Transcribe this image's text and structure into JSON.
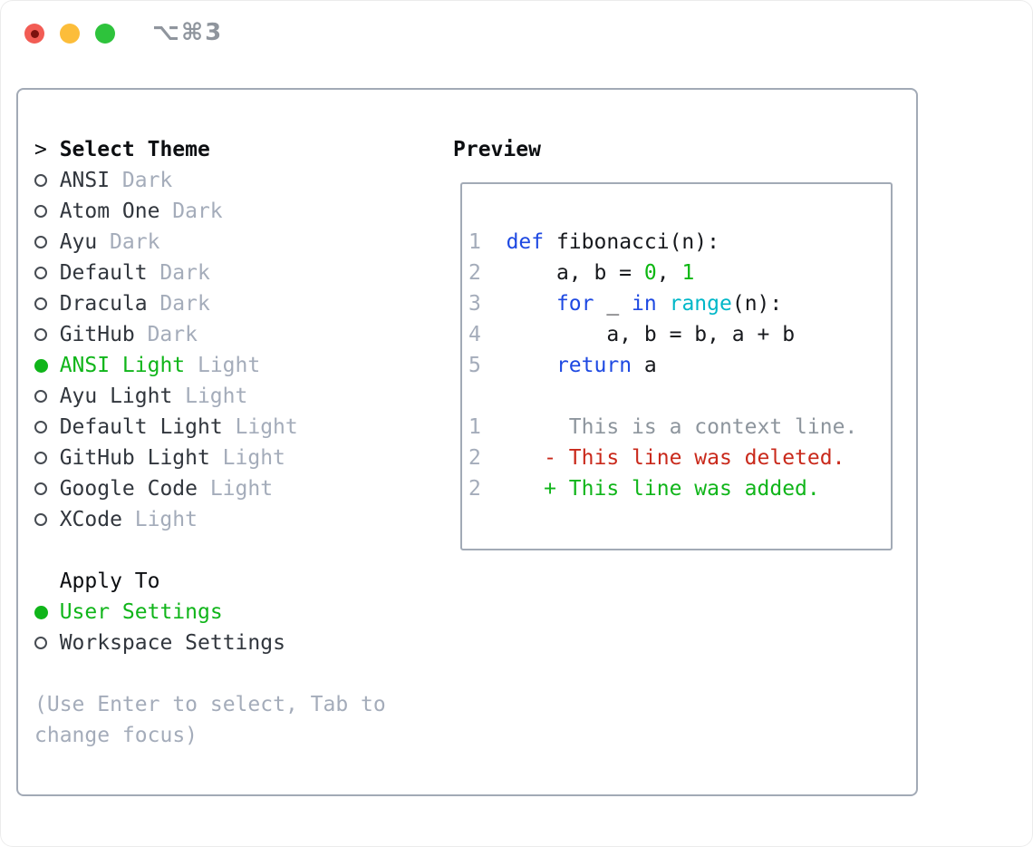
{
  "window": {
    "title": "⌥⌘3",
    "traffic_lights": [
      "close",
      "minimize",
      "zoom"
    ]
  },
  "theme_panel": {
    "prompt": ">",
    "header": "Select Theme",
    "items": [
      {
        "name": "ANSI",
        "tag": "Dark",
        "selected": false
      },
      {
        "name": "Atom One",
        "tag": "Dark",
        "selected": false
      },
      {
        "name": "Ayu",
        "tag": "Dark",
        "selected": false
      },
      {
        "name": "Default",
        "tag": "Dark",
        "selected": false
      },
      {
        "name": "Dracula",
        "tag": "Dark",
        "selected": false
      },
      {
        "name": "GitHub",
        "tag": "Dark",
        "selected": false
      },
      {
        "name": "ANSI Light",
        "tag": "Light",
        "selected": true
      },
      {
        "name": "Ayu Light",
        "tag": "Light",
        "selected": false
      },
      {
        "name": "Default Light",
        "tag": "Light",
        "selected": false
      },
      {
        "name": "GitHub Light",
        "tag": "Light",
        "selected": false
      },
      {
        "name": "Google Code",
        "tag": "Light",
        "selected": false
      },
      {
        "name": "XCode",
        "tag": "Light",
        "selected": false
      }
    ],
    "apply_to_label": "Apply To",
    "apply_options": [
      {
        "name": "User Settings",
        "selected": true
      },
      {
        "name": "Workspace Settings",
        "selected": false
      }
    ],
    "footer_lines": [
      "(Use Enter to select, Tab to",
      "change focus)"
    ]
  },
  "preview": {
    "label": "Preview",
    "lines": [
      {
        "segments": [
          {
            "t": "1",
            "c": "ln"
          },
          {
            "t": "  ",
            "c": "fg"
          },
          {
            "t": "def",
            "c": "kw"
          },
          {
            "t": " fibonacci(n):",
            "c": "fg"
          }
        ]
      },
      {
        "segments": [
          {
            "t": "2",
            "c": "ln"
          },
          {
            "t": "      a, b = ",
            "c": "fg"
          },
          {
            "t": "0",
            "c": "num"
          },
          {
            "t": ", ",
            "c": "fg"
          },
          {
            "t": "1",
            "c": "num"
          }
        ]
      },
      {
        "segments": [
          {
            "t": "3",
            "c": "ln"
          },
          {
            "t": "      ",
            "c": "fg"
          },
          {
            "t": "for",
            "c": "kw"
          },
          {
            "t": " _ ",
            "c": "fg"
          },
          {
            "t": "in",
            "c": "kw"
          },
          {
            "t": " ",
            "c": "fg"
          },
          {
            "t": "range",
            "c": "fn"
          },
          {
            "t": "(n):",
            "c": "fg"
          }
        ]
      },
      {
        "segments": [
          {
            "t": "4",
            "c": "ln"
          },
          {
            "t": "          a, b = b, a + b",
            "c": "fg"
          }
        ]
      },
      {
        "segments": [
          {
            "t": "5",
            "c": "ln"
          },
          {
            "t": "      ",
            "c": "fg"
          },
          {
            "t": "return",
            "c": "kw"
          },
          {
            "t": " a",
            "c": "fg"
          }
        ]
      },
      {
        "segments": []
      },
      {
        "segments": [
          {
            "t": "1",
            "c": "ln"
          },
          {
            "t": "       This is a context line.",
            "c": "ctx"
          }
        ]
      },
      {
        "segments": [
          {
            "t": "2",
            "c": "ln"
          },
          {
            "t": "     - This line was deleted.",
            "c": "del"
          }
        ]
      },
      {
        "segments": [
          {
            "t": "2",
            "c": "ln"
          },
          {
            "t": "     + This line was added.",
            "c": "add"
          }
        ]
      }
    ]
  },
  "colors": {
    "selected_green": "#10b51a",
    "keyword_blue": "#1e49e2",
    "builtin_cyan": "#00b7c8",
    "number_green": "#0db712",
    "deleted_red": "#c9291b",
    "context_gray": "#8d959d",
    "muted_gray": "#a4acba",
    "border_gray": "#a2aab6"
  }
}
